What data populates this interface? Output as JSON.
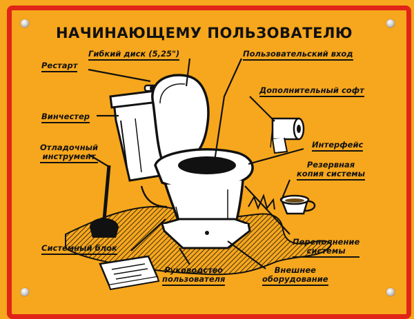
{
  "title": "НАЧИНАЮЩЕМУ ПОЛЬЗОВАТЕЛЮ",
  "labels": {
    "floppy": "Гибкий диск (5,25\")",
    "login": "Пользовательский вход",
    "restart": "Рестарт",
    "extra_soft": "Дополнительный софт",
    "hdd": "Винчестер",
    "debugger_1": "Отладочный",
    "debugger_2": "инструмент",
    "interface": "Интерфейс",
    "backup_1": "Резервная",
    "backup_2": "копия системы",
    "overflow_1": "Переполнение",
    "overflow_2": "системы",
    "system_unit": "Системный блок",
    "manual_1": "Руководство",
    "manual_2": "пользователя",
    "external_1": "Внешнее",
    "external_2": "оборудование"
  },
  "colors": {
    "background": "#f7a71d",
    "border": "#e02418",
    "ink": "#111111"
  }
}
